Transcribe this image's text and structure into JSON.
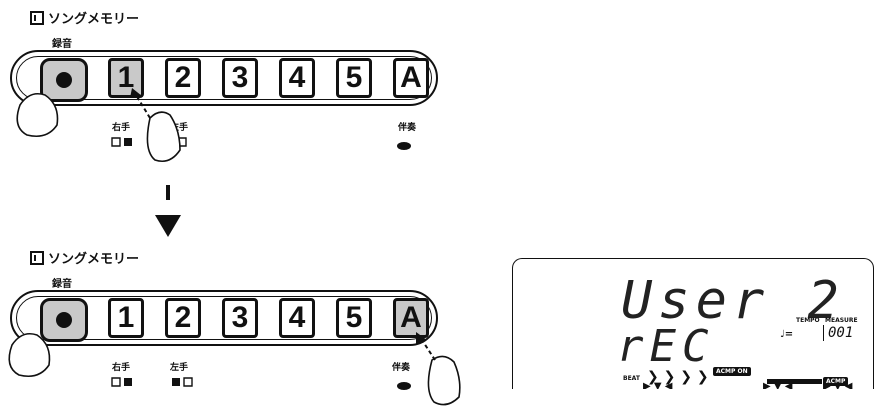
{
  "panel_top": {
    "title": "ソングメモリー",
    "rec_label": "録音",
    "buttons": [
      "1",
      "2",
      "3",
      "4",
      "5",
      "A"
    ],
    "right_hand_label": "右手",
    "left_hand_label": "左手",
    "accomp_label": "伴奏"
  },
  "panel_bottom": {
    "title": "ソングメモリー",
    "rec_label": "録音",
    "buttons": [
      "1",
      "2",
      "3",
      "4",
      "5",
      "A"
    ],
    "right_hand_label": "右手",
    "left_hand_label": "左手",
    "accomp_label": "伴奏"
  },
  "lcd": {
    "main_text": "User 2",
    "sub_text": "rEC",
    "tempo_label": "TEMPO",
    "measure_label": "MEASURE",
    "measure_value": "001",
    "beat_label": "BEAT",
    "acmp_on_label": "ACMP ON",
    "acmp_label": "ACMP",
    "note_eq": "♩="
  }
}
